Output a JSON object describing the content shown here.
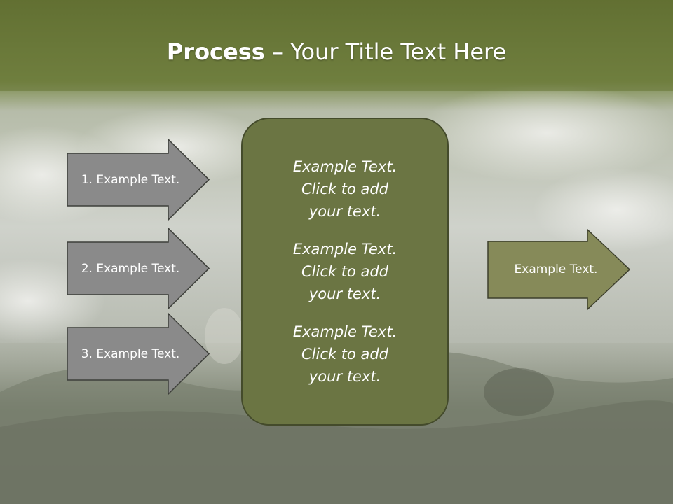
{
  "title": {
    "bold": "Process",
    "rest": " – Your Title Text Here"
  },
  "arrows": [
    {
      "label": "1. Example Text."
    },
    {
      "label": "2. Example Text."
    },
    {
      "label": "3. Example Text."
    }
  ],
  "center_box": {
    "paragraphs": [
      {
        "lines": [
          "Example Text.",
          "Click  to add",
          "your text."
        ]
      },
      {
        "lines": [
          "Example Text.",
          "Click  to add",
          "your text."
        ]
      },
      {
        "lines": [
          "Example Text.",
          "Click  to add",
          "your text."
        ]
      }
    ]
  },
  "output_arrow": {
    "label": "Example Text."
  },
  "colors": {
    "header_band": "#6a7a3a",
    "center_box": "#6b7543",
    "grey_arrow": "#8a8a8a",
    "output_arrow": "#868a59"
  }
}
